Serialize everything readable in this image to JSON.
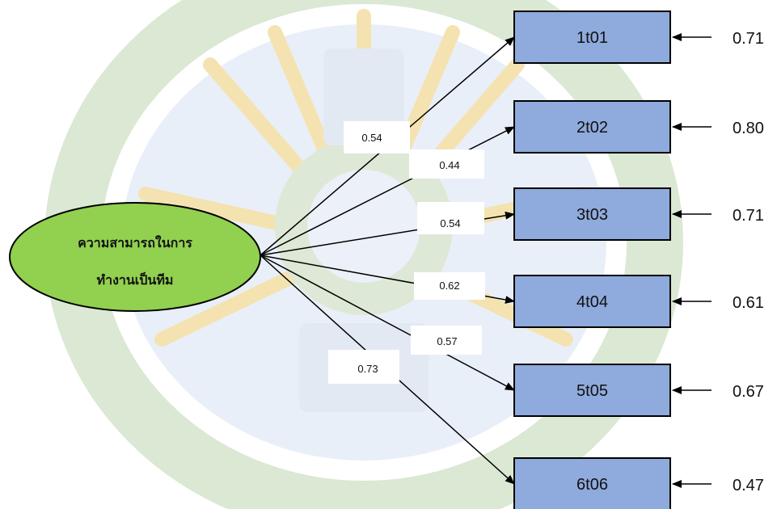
{
  "latent": {
    "line1": "ความสามารถในการ",
    "line2": "ทำงานเป็นทีม",
    "fill": "#92d050"
  },
  "indicators": [
    {
      "label": "1t01",
      "loading": "0.54",
      "error": "0.71"
    },
    {
      "label": "2t02",
      "loading": "0.44",
      "error": "0.80"
    },
    {
      "label": "3t03",
      "loading": "0.54",
      "error": "0.71"
    },
    {
      "label": "4t04",
      "loading": "0.62",
      "error": "0.61"
    },
    {
      "label": "5t05",
      "loading": "0.57",
      "error": "0.67"
    },
    {
      "label": "6t06",
      "loading": "0.73",
      "error": "0.47"
    }
  ],
  "colors": {
    "box_fill": "#8faadc",
    "watermark_green": "#c9dcc0",
    "watermark_blue": "#c8d6ec",
    "watermark_gold": "#f3dfa4"
  }
}
